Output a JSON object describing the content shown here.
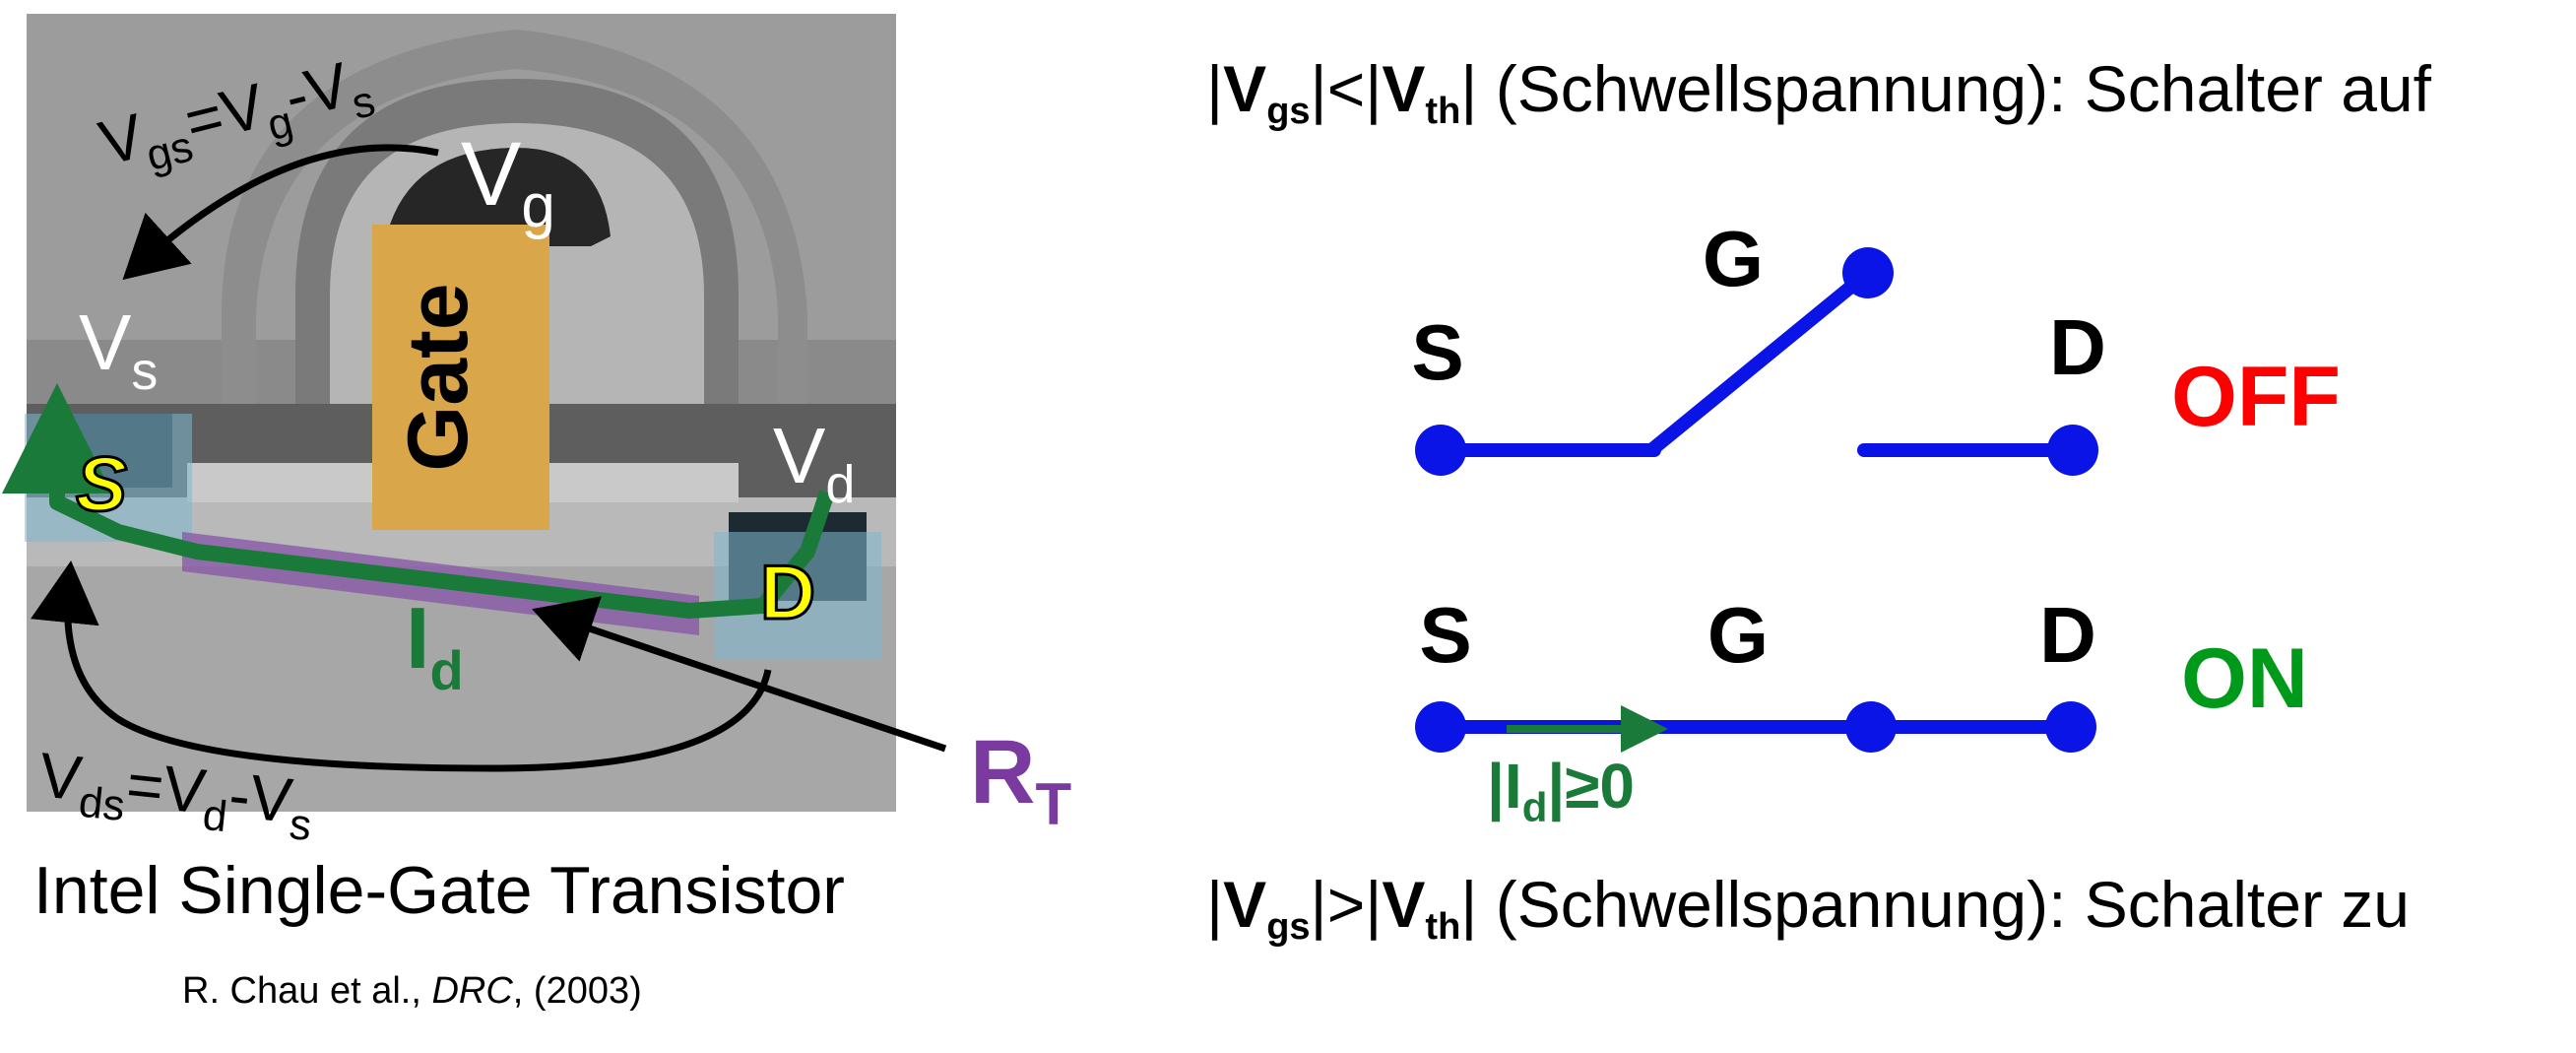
{
  "photo": {
    "gate_label": "Gate",
    "source_label": "S",
    "drain_label": "D",
    "vg_label": "V",
    "vg_sub": "g",
    "vs_label": "V",
    "vs_sub": "s",
    "vd_label": "V",
    "vd_sub": "d",
    "vgs_eq": {
      "a": "V",
      "a_sub": "gs",
      "b": "=V",
      "b_sub": "g",
      "c": "-V",
      "c_sub": "s"
    },
    "vds_eq": {
      "a": "V",
      "a_sub": "ds",
      "b": "=V",
      "b_sub": "d",
      "c": "-V",
      "c_sub": "s"
    },
    "id_label": "I",
    "id_sub": "d",
    "rt_label": "R",
    "rt_sub": "T",
    "caption": "Intel Single-Gate Transistor",
    "reference_prefix": "R. Chau et al., ",
    "reference_journal": "DRC",
    "reference_suffix": ", (2003)"
  },
  "conditions": {
    "top": {
      "p1": "|",
      "v1": "V",
      "v1_sub": "gs",
      "p2": "|<|",
      "v2": "V",
      "v2_sub": "th",
      "p3": "| (Schwellspannung): Schalter auf"
    },
    "bottom": {
      "p1": "|",
      "v1": "V",
      "v1_sub": "gs",
      "p2": "|>|",
      "v2": "V",
      "v2_sub": "th",
      "p3": "| (Schwellspannung): Schalter zu"
    }
  },
  "switch_off": {
    "s_label": "S",
    "g_label": "G",
    "d_label": "D",
    "state": "OFF"
  },
  "switch_on": {
    "s_label": "S",
    "g_label": "G",
    "d_label": "D",
    "state": "ON",
    "current_a": "|I",
    "current_sub": "d",
    "current_b": "|≥0"
  },
  "colors": {
    "switch_line": "#0a14e6",
    "off_state": "#ff0000",
    "on_state": "#009a1a",
    "current": "#1a7a3a",
    "rt": "#7a3aa0",
    "label_yellow": "#ffff00",
    "gate_fill": "#d9a64a"
  }
}
